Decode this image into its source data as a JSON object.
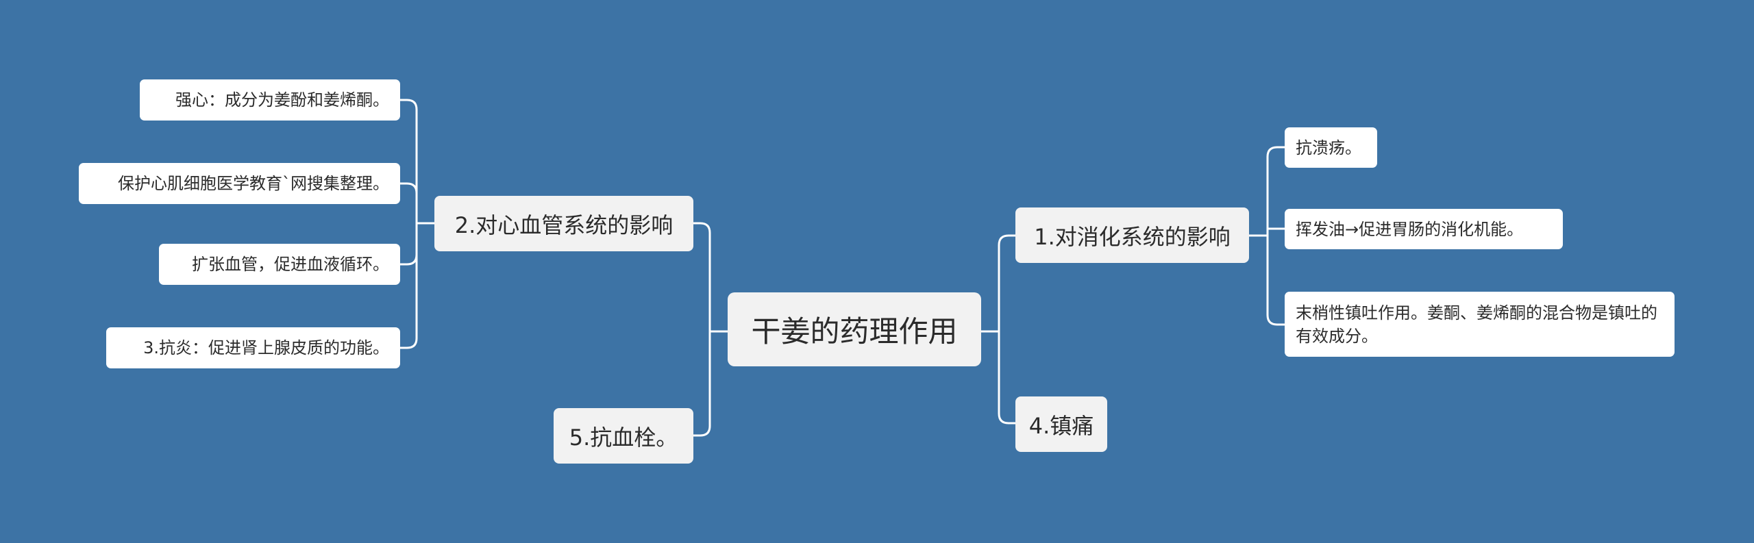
{
  "root": {
    "label": "干姜的药理作用"
  },
  "branches": {
    "digestive": {
      "label": "1.对消化系统的影响",
      "children": [
        "抗溃疡。",
        "挥发油→促进胃肠的消化机能。",
        "末梢性镇吐作用。姜酮、姜烯酮的混合物是镇吐的有效成分。"
      ]
    },
    "cardio": {
      "label": "2.对心血管系统的影响",
      "children": [
        "强心：成分为姜酚和姜烯酮。",
        "保护心肌细胞医学教育`网搜集整理。",
        "扩张血管，促进血液循环。",
        "3.抗炎：促进肾上腺皮质的功能。"
      ]
    },
    "analgesic": {
      "label": "4.镇痛"
    },
    "antithrombotic": {
      "label": "5.抗血栓。"
    }
  },
  "colors": {
    "background": "#3d73a5",
    "node": "#f2f2f2",
    "line": "#ffffff"
  }
}
